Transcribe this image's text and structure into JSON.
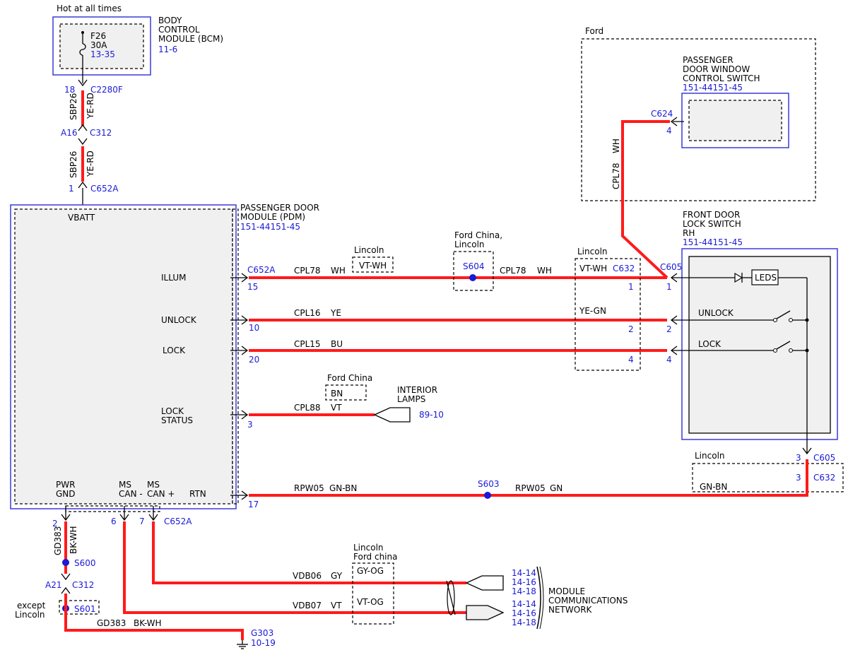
{
  "top_note": "Hot at all times",
  "bcm": {
    "name_lines": [
      "BODY",
      "CONTROL",
      "MODULE (BCM)"
    ],
    "ref": "11-6",
    "fuse": {
      "id": "F26",
      "rating": "30A",
      "ref": "13-35"
    }
  },
  "bcm_feed": {
    "pin_c2280f": "18",
    "conn_c2280f": "C2280F",
    "wire1_circuit": "SBP26",
    "wire1_color": "YE-RD",
    "pin_c312": "A16",
    "conn_c312": "C312",
    "wire2_circuit": "SBP26",
    "wire2_color": "YE-RD",
    "pin_c652a": "1",
    "conn_c652a": "C652A"
  },
  "pdm": {
    "name_lines": [
      "PASSENGER DOOR",
      "MODULE (PDM)"
    ],
    "ref": "151-44151-45",
    "vbatt": "VBATT",
    "illum": "ILLUM",
    "unlock": "UNLOCK",
    "lock": "LOCK",
    "lock_status_lines": [
      "LOCK",
      "STATUS"
    ],
    "pwr_gnd_lines": [
      "PWR",
      "GND"
    ],
    "ms_can_minus_lines": [
      "MS",
      "CAN -"
    ],
    "ms_can_plus_lines": [
      "MS",
      "CAN +"
    ],
    "rtn": "RTN"
  },
  "pdm_pins": {
    "conn": "C652A",
    "illum": "15",
    "unlock": "10",
    "lock": "20",
    "lock_status": "3",
    "rtn": "17",
    "pwr_gnd": "2",
    "ms_can_minus": "6",
    "ms_can_plus": "7",
    "bottom_conn": "C652A"
  },
  "illum_wire": {
    "circuit1": "CPL78",
    "color1": "WH",
    "lincoln_label": "Lincoln",
    "lincoln_color": "VT-WH",
    "splice_note_lines": [
      "Ford China,",
      "Lincoln"
    ],
    "splice": "S604",
    "circuit2": "CPL78",
    "color2": "WH"
  },
  "c632_group": {
    "label": "Lincoln",
    "illum_color": "VT-WH",
    "conn": "C632",
    "pin_illum": "1",
    "unlock_color": "YE-GN",
    "pin_unlock": "2",
    "pin_lock": "4"
  },
  "unlock_wire": {
    "circuit": "CPL16",
    "color": "YE"
  },
  "lock_wire": {
    "circuit": "CPL15",
    "color": "BU"
  },
  "lock_status_wire": {
    "circuit": "CPL88",
    "color": "VT",
    "ford_china_label": "Ford China",
    "ford_china_color": "BN",
    "dest_lines": [
      "INTERIOR",
      "LAMPS"
    ],
    "dest_ref": "89-10"
  },
  "ford_window_switch": {
    "group_label": "Ford",
    "name_lines": [
      "PASSENGER",
      "DOOR WINDOW",
      "CONTROL SWITCH"
    ],
    "ref": "151-44151-45",
    "conn": "C624",
    "pin": "4",
    "wire_circuit": "CPL78",
    "wire_color": "WH"
  },
  "lock_switch": {
    "name_lines": [
      "FRONT DOOR",
      "LOCK SWITCH",
      "RH"
    ],
    "ref": "151-44151-45",
    "conn": "C605",
    "pin_illum": "1",
    "pin_unlock": "2",
    "pin_lock": "4",
    "leds": "LEDS",
    "unlock": "UNLOCK",
    "lock": "LOCK",
    "bottom_pin_c605": "3",
    "bottom_conn_c605": "C605",
    "lincoln_label": "Lincoln",
    "bottom_pin_c632": "3",
    "bottom_conn_c632": "C632",
    "lincoln_color": "GN-BN"
  },
  "rtn_wire": {
    "circuit1": "RPW05",
    "color1": "GN-BN",
    "splice": "S603",
    "circuit2": "RPW05",
    "color2": "GN"
  },
  "ground": {
    "wire_circuit": "GD383",
    "wire_color": "BK-WH",
    "splice1": "S600",
    "pin_c312": "A21",
    "conn_c312": "C312",
    "except_lines": [
      "except",
      "Lincoln"
    ],
    "splice2": "S601",
    "bottom_circuit": "GD383",
    "bottom_color": "BK-WH",
    "ground_id": "G303",
    "ground_ref": "10-19"
  },
  "can": {
    "lincoln_lines": [
      "Lincoln",
      "Ford china"
    ],
    "vdb06": "VDB06",
    "vdb06_color": "GY",
    "vdb06_alt": "GY-OG",
    "vdb07": "VDB07",
    "vdb07_color": "VT",
    "vdb07_alt": "VT-OG",
    "refs1": [
      "14-14",
      "14-16",
      "14-18"
    ],
    "refs2": [
      "14-14",
      "14-16",
      "14-18"
    ],
    "dest_lines": [
      "MODULE",
      "COMMUNICATIONS",
      "NETWORK"
    ]
  },
  "colors": {
    "wire": "#ff1a1a",
    "reference": "#1a1ad6",
    "component_border": "#3a3ad8"
  }
}
